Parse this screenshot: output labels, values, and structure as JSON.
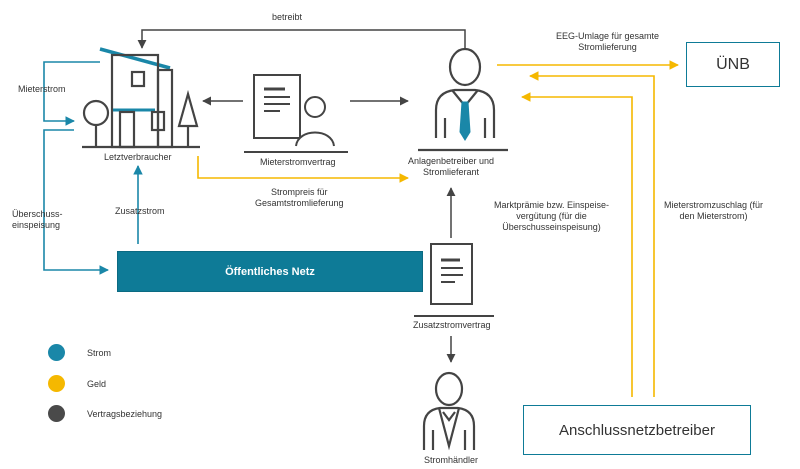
{
  "labels": {
    "betreibt": "betreibt",
    "mieterstrom": "Mieterstrom",
    "ueberschuss": "Überschuss-\neinspeisung",
    "zusatzstrom": "Zusatzstrom",
    "letztverbraucher": "Letztverbraucher",
    "mieterstromvertrag": "Mieterstromvertrag",
    "anlagenbetreiber": "Anlagenbetreiber und\nStromlieferant",
    "strompreis": "Strompreis für\nGesamtstromlieferung",
    "eeg_umlage": "EEG-Umlage für gesamte\nStromlieferung",
    "marktpraemie": "Marktprämie bzw. Einspeise-\nvergütung (für die\nÜberschusseinspeisung)",
    "mieterstromzuschlag": "Mieterstromzuschlag (für\nden Mieterstrom)",
    "zusatzstromvertrag": "Zusatzstromvertrag",
    "stromhaendler": "Stromhändler"
  },
  "boxes": {
    "netz": "Öffentliches Netz",
    "unb": "ÜNB",
    "anschlussnetzbetreiber": "Anschlussnetzbetreiber"
  },
  "legend": [
    {
      "label": "Strom",
      "color": "#1a87a8"
    },
    {
      "label": "Geld",
      "color": "#f5b800"
    },
    {
      "label": "Vertragsbeziehung",
      "color": "#4a4a4a"
    }
  ],
  "colors": {
    "strom": "#1a87a8",
    "geld": "#f5b800",
    "vertrag": "#444444",
    "netz": "#0e7b97"
  }
}
